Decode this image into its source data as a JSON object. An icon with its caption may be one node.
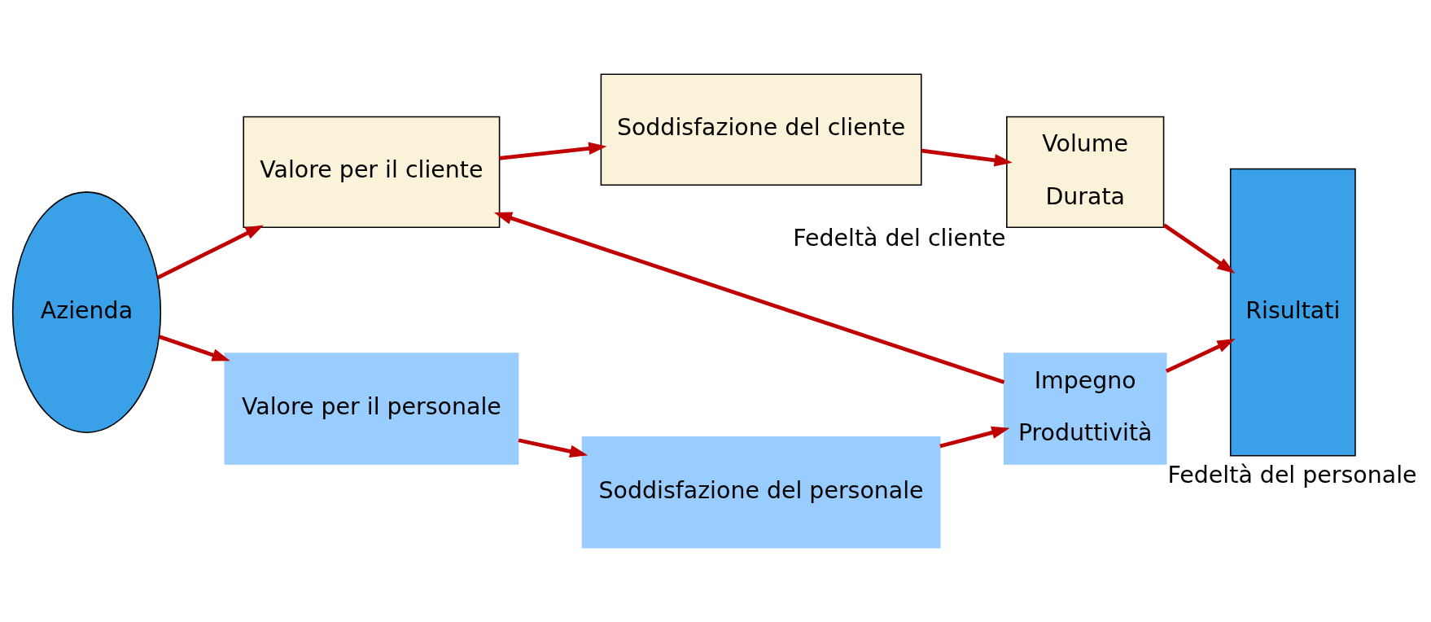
{
  "diagram": {
    "nodes": [
      {
        "text": [
          "Azienda"
        ]
      },
      {
        "text": [
          "Valore per il cliente"
        ]
      },
      {
        "text": [
          "Soddisfazione del cliente"
        ]
      },
      {
        "text": [
          "Volume",
          "Durata"
        ],
        "beside": [
          "Fedeltà del cliente"
        ]
      },
      {
        "text": [
          "Risultati"
        ]
      },
      {
        "text": [
          "Valore per il personale"
        ]
      },
      {
        "text": [
          "Soddisfazione del personale"
        ]
      },
      {
        "text": [
          "Impegno",
          "Produttività"
        ],
        "beside": [
          "Fedeltà del personale"
        ]
      }
    ],
    "edges": [
      {
        "from": 0,
        "to": 1,
        "arrow": "to"
      },
      {
        "from": 1,
        "to": 2,
        "arrow": "to"
      },
      {
        "from": 2,
        "to": 3,
        "arrow": "to"
      },
      {
        "from": 3,
        "to": 4,
        "arrow": "to"
      },
      {
        "from": 0,
        "to": 5,
        "arrow": "to"
      },
      {
        "from": 5,
        "to": 6,
        "arrow": "to"
      },
      {
        "from": 6,
        "to": 7,
        "arrow": "to"
      },
      {
        "from": 7,
        "to": 4,
        "arrow": "to"
      },
      {
        "from": 7,
        "to": 1,
        "arrow": "to"
      }
    ]
  }
}
